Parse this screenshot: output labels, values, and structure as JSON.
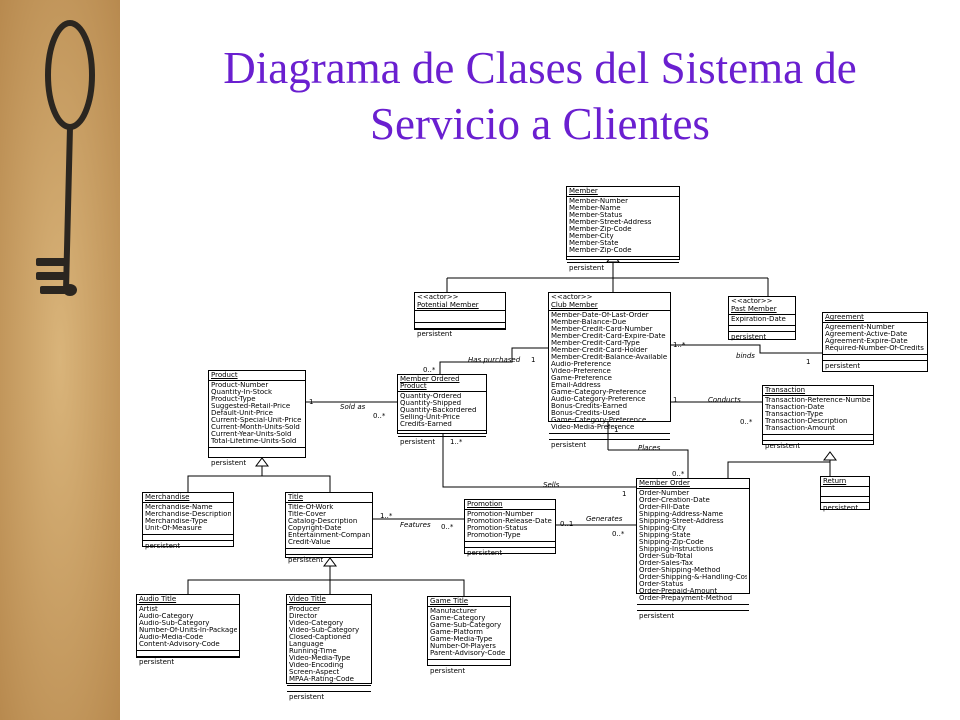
{
  "slide": {
    "title_line1": "Diagrama de Clases del Sistema de",
    "title_line2": "Servicio a Clientes"
  },
  "colors": {
    "title": "#6a1fd0",
    "strip": "#c69a5e"
  },
  "classes": {
    "member": {
      "name": "Member",
      "attributes": [
        "Member-Number",
        "Member-Name",
        "Member-Status",
        "Member-Street-Address",
        "Member-Zip-Code",
        "Member-City",
        "Member-State",
        "Member-Zip-Code"
      ],
      "persistent": "persistent"
    },
    "potential_member": {
      "stereotype": "<<actor>>",
      "name": "Potential Member",
      "attributes": [],
      "persistent": "persistent"
    },
    "club_member": {
      "stereotype": "<<actor>>",
      "name": "Club Member",
      "attributes": [
        "Member-Date-Of-Last-Order",
        "Member-Balance-Due",
        "Member-Credit-Card-Number",
        "Member-Credit-Card-Expire-Date",
        "Member-Credit-Card-Type",
        "Member-Credit-Card-Holder",
        "Member-Credit-Balance-Available",
        "Audio-Preference",
        "Video-Preference",
        "Game-Preference",
        "Email-Address",
        "Game-Category-Preference",
        "Audio-Category-Preference",
        "Bonus-Credits-Earned",
        "Bonus-Credits-Used",
        "Game-Category-Preference",
        "Video-Media-Preference"
      ],
      "persistent": "persistent"
    },
    "past_member": {
      "stereotype": "<<actor>>",
      "name": "Past Member",
      "attributes": [
        "Expiration-Date"
      ],
      "persistent": "persistent"
    },
    "agreement": {
      "name": "Agreement",
      "attributes": [
        "Agreement-Number",
        "Agreement-Active-Date",
        "Agreement-Expire-Date",
        "Required-Number-Of-Credits"
      ],
      "persistent": "persistent"
    },
    "product": {
      "name": "Product",
      "attributes": [
        "Product-Number",
        "Quantity-In-Stock",
        "Product-Type",
        "Suggested-Retail-Price",
        "Default-Unit-Price",
        "Current-Special-Unit-Price",
        "Current-Month-Units-Sold",
        "Current-Year-Units-Sold",
        "Total-Lifetime-Units-Sold"
      ],
      "persistent": "persistent"
    },
    "member_ordered_product": {
      "name": "Member Ordered Product",
      "attributes": [
        "Quantity-Ordered",
        "Quantity-Shipped",
        "Quantity-Backordered",
        "Selling-Unit-Price",
        "Credits-Earned"
      ],
      "persistent": "persistent"
    },
    "transaction": {
      "name": "Transaction",
      "attributes": [
        "Transaction-Reference-Number",
        "Transaction-Date",
        "Transaction-Type",
        "Transaction-Description",
        "Transaction-Amount"
      ],
      "persistent": "persistent"
    },
    "return": {
      "name": "Return",
      "attributes": [],
      "persistent": "persistent"
    },
    "merchandise": {
      "name": "Merchandise",
      "attributes": [
        "Merchandise-Name",
        "Merchandise-Description",
        "Merchandise-Type",
        "Unit-Of-Measure"
      ],
      "persistent": "persistent"
    },
    "title": {
      "name": "Title",
      "attributes": [
        "Title-Of-Work",
        "Title-Cover",
        "Catalog-Description",
        "Copyright-Date",
        "Entertainment-Company",
        "Credit-Value"
      ],
      "persistent": "persistent"
    },
    "promotion": {
      "name": "Promotion",
      "attributes": [
        "Promotion-Number",
        "Promotion-Release-Date",
        "Promotion-Status",
        "Promotion-Type"
      ],
      "persistent": "persistent"
    },
    "member_order": {
      "name": "Member Order",
      "attributes": [
        "Order-Number",
        "Order-Creation-Date",
        "Order-Fill-Date",
        "Shipping-Address-Name",
        "Shipping-Street-Address",
        "Shipping-City",
        "Shipping-State",
        "Shipping-Zip-Code",
        "Shipping-Instructions",
        "Order-Sub-Total",
        "Order-Sales-Tax",
        "Order-Shipping-Method",
        "Order-Shipping-&-Handling-Cost",
        "Order-Status",
        "Order-Prepaid-Amount",
        "Order-Prepayment-Method"
      ],
      "persistent": "persistent"
    },
    "audio_title": {
      "name": "Audio Title",
      "attributes": [
        "Artist",
        "Audio-Category",
        "Audio-Sub-Category",
        "Number-Of-Units-In-Package",
        "Audio-Media-Code",
        "Content-Advisory-Code"
      ],
      "persistent": "persistent"
    },
    "video_title": {
      "name": "Video Title",
      "attributes": [
        "Producer",
        "Director",
        "Video-Category",
        "Video-Sub-Category",
        "Closed-Captioned",
        "Language",
        "Running-Time",
        "Video-Media-Type",
        "Video-Encoding",
        "Screen-Aspect",
        "MPAA-Rating-Code"
      ],
      "persistent": "persistent"
    },
    "game_title": {
      "name": "Game Title",
      "attributes": [
        "Manufacturer",
        "Game-Category",
        "Game-Sub-Category",
        "Game-Platform",
        "Game-Media-Type",
        "Number-Of-Players",
        "Parent-Advisory-Code"
      ],
      "persistent": "persistent"
    }
  },
  "labels": {
    "has_purchased": "Has\npurchased",
    "sold_as": "Sold as",
    "binds": "binds",
    "conducts": "Conducts",
    "places": "Places",
    "sells": "Sells",
    "features": "Features",
    "generates": "Generates",
    "m_1": "1",
    "m_many": "1..*",
    "m_zero_many": "0..*",
    "m_zero_one": "0..1"
  }
}
